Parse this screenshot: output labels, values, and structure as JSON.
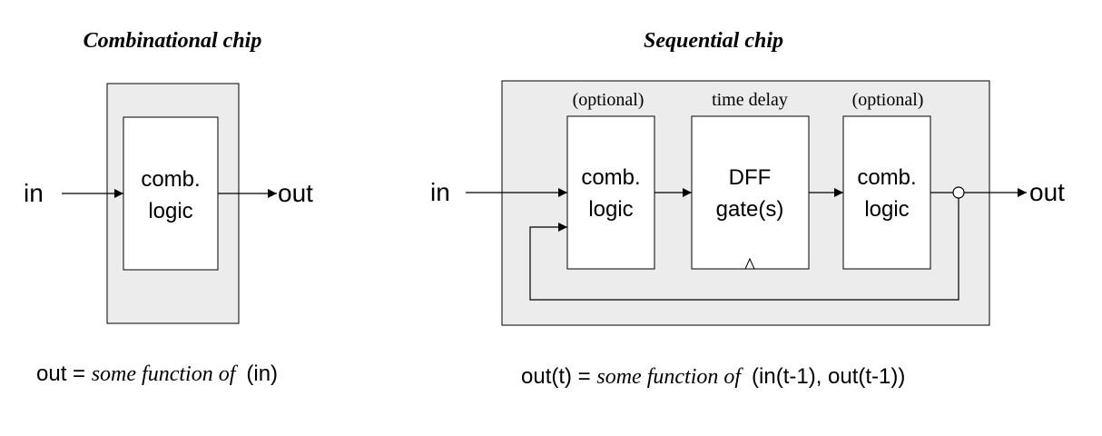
{
  "combinational": {
    "title": "Combinational chip",
    "block_line1": "comb.",
    "block_line2": "logic",
    "input": "in",
    "output": "out",
    "formula": {
      "lhs": "out = ",
      "fn": "some function of",
      "rhs": "(in)"
    }
  },
  "sequential": {
    "title": "Sequential chip",
    "blocks": [
      {
        "caption": "(optional)",
        "line1": "comb.",
        "line2": "logic"
      },
      {
        "caption": "time delay",
        "line1": "DFF",
        "line2": "gate(s)"
      },
      {
        "caption": "(optional)",
        "line1": "comb.",
        "line2": "logic"
      }
    ],
    "input": "in",
    "output": "out",
    "formula": {
      "lhs": "out(t) = ",
      "fn": "some function of",
      "rhs": "(in(t-1), out(t-1))"
    }
  },
  "colors": {
    "chip_fill": "#ececec",
    "block_fill": "#ffffff",
    "stroke": "#000000"
  }
}
